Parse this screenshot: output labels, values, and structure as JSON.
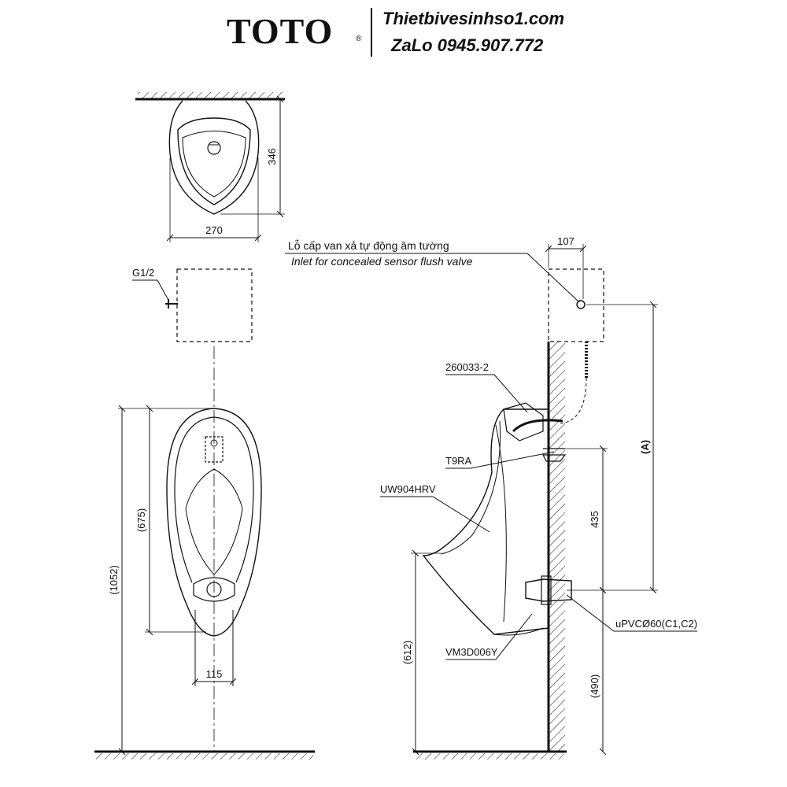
{
  "header": {
    "brand": "TOTO",
    "registered_mark": "®",
    "website": "Thietbivesinhso1.com",
    "contact": "ZaLo 0945.907.772"
  },
  "top_view": {
    "depth_dim": "346",
    "width_dim": "270"
  },
  "front_view": {
    "thread_label": "G1/2",
    "height_total": "(1052)",
    "height_bowl": "(675)",
    "outlet_width": "115"
  },
  "side_view": {
    "inlet_label_vi": "Lỗ cấp van xả tự động âm tường",
    "inlet_label_en": "Inlet for concealed sensor flush valve",
    "offset_dim": "107",
    "part_spud": "260033-2",
    "part_sensor": "T9RA",
    "part_urinal": "UW904HRV",
    "part_trap": "VM3D006Y",
    "pipe_label": "uPVCØ60(C1,C2)",
    "dim_a": "(A)",
    "dim_435": "435",
    "dim_612": "(612)",
    "dim_490": "(490)"
  }
}
